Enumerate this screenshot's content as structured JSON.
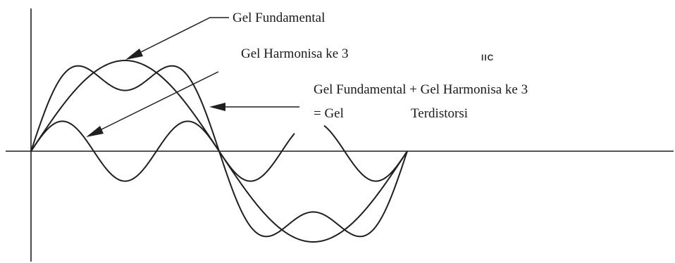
{
  "labels": {
    "fundamental": "Gel Fundamental",
    "third_harmonic": "Gel Harmonisa ke 3",
    "sum_line1": "Gel Fundamental + Gel Harmonisa ke 3",
    "sum_line2_a": "= Gel",
    "sum_line2_b": "Terdistorsi",
    "mark": "IIC"
  },
  "waves": {
    "fundamental": {
      "amplitude": 1.0,
      "harmonic": 1
    },
    "third_harmonic": {
      "amplitude": 0.33,
      "harmonic": 3
    },
    "distorted": {
      "components": [
        {
          "harmonic": 1,
          "amplitude": 1.0
        },
        {
          "harmonic": 3,
          "amplitude": 0.33
        }
      ]
    }
  },
  "colors": {
    "line": "#1f1f1f",
    "text": "#1a1a1a"
  }
}
